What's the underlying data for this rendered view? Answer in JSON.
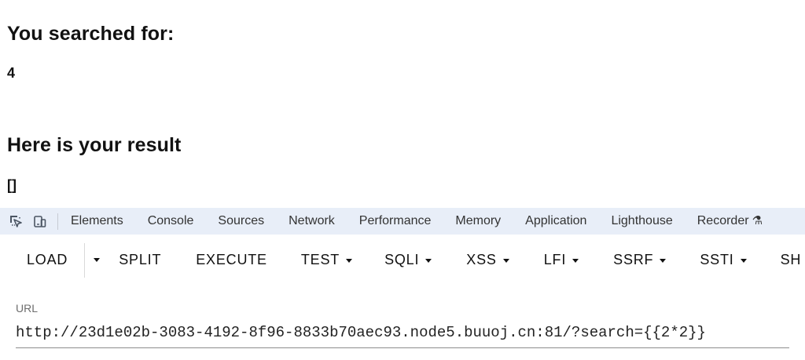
{
  "page": {
    "search_heading": "You searched for:",
    "search_value": "4",
    "result_heading": "Here is your result",
    "result_value": "[]"
  },
  "devtools": {
    "icons": {
      "inspect": "inspect-element-icon",
      "device": "device-toolbar-icon",
      "recorder": "flask-icon"
    },
    "tabs": [
      {
        "label": "Elements"
      },
      {
        "label": "Console"
      },
      {
        "label": "Sources"
      },
      {
        "label": "Network"
      },
      {
        "label": "Performance"
      },
      {
        "label": "Memory"
      },
      {
        "label": "Application"
      },
      {
        "label": "Lighthouse"
      },
      {
        "label": "Recorder"
      }
    ]
  },
  "hackbar": {
    "buttons": {
      "load": "LOAD",
      "split": "SPLIT",
      "execute": "EXECUTE",
      "test": "TEST",
      "sqli": "SQLI",
      "xss": "XSS",
      "lfi": "LFI",
      "ssrf": "SSRF",
      "ssti": "SSTI",
      "shell": "SH"
    },
    "url_label": "URL",
    "url_value": "http://23d1e02b-3083-4192-8f96-8833b70aec93.node5.buuoj.cn:81/?search={{2*2}}"
  },
  "colors": {
    "devtools_bar": "#e8eef8",
    "text": "#111111",
    "muted_label": "#6d6d6d",
    "input_line": "#8d8d8d"
  }
}
